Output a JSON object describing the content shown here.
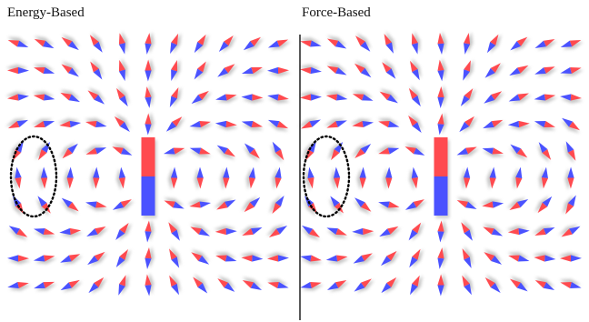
{
  "panels": [
    {
      "title": "Energy-Based",
      "highlight": "dotted-ellipse"
    },
    {
      "title": "Force-Based",
      "highlight": "dotted-ellipse"
    }
  ],
  "colors": {
    "north": "#ff4a4f",
    "south": "#4a52ff",
    "divider": "#111111",
    "background": "#ffffff",
    "shadow": "#9a9a9a"
  },
  "grid": {
    "rows": 10,
    "cols": 11
  }
}
